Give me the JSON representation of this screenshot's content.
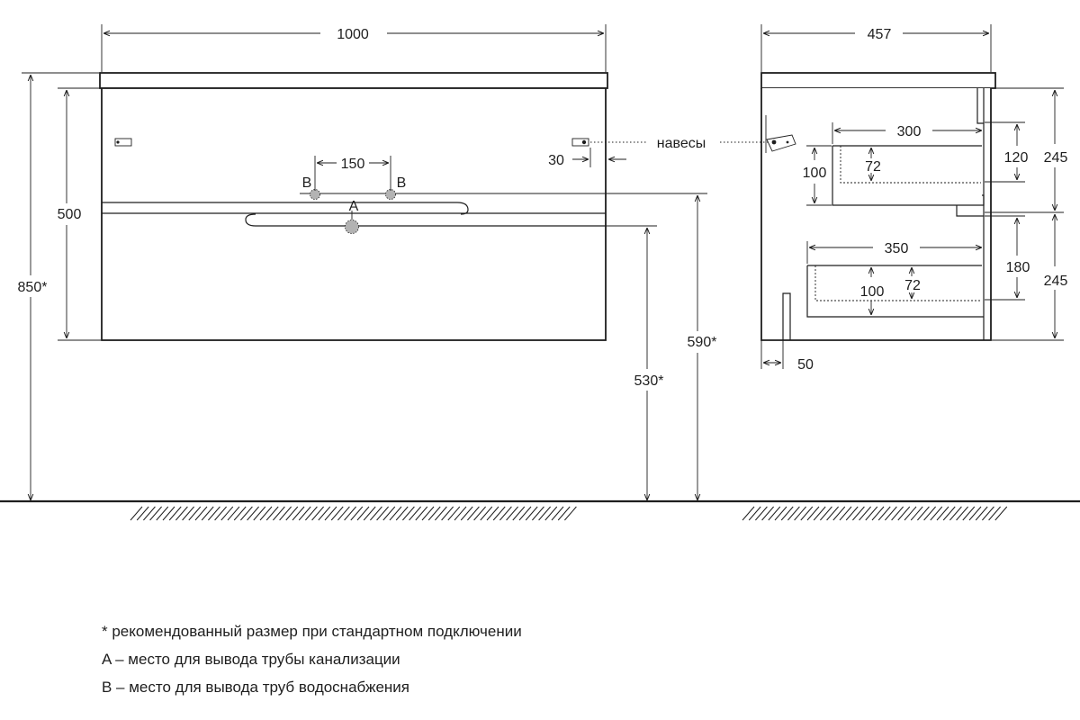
{
  "front_view": {
    "width": "1000",
    "body_height": "500",
    "total_height": "850*",
    "pipe_spacing": "150",
    "hanger_offset": "30",
    "height_b": "590*",
    "height_a": "530*",
    "label_a": "A",
    "label_b_left": "B",
    "label_b_right": "B"
  },
  "side_view": {
    "depth": "457",
    "hangers_label": "навесы",
    "upper_drawer_depth": "300",
    "upper_drawer_height": "100",
    "upper_inner_height": "72",
    "upper_offset": "120",
    "upper_section": "245",
    "lower_drawer_depth": "350",
    "lower_drawer_height": "100",
    "lower_inner_height": "72",
    "lower_offset": "180",
    "lower_section": "245",
    "front_offset": "50"
  },
  "notes": [
    "* рекомендованный размер при стандартном подключении",
    "A – место для вывода трубы канализации",
    "B – место для вывода труб водоснабжения"
  ],
  "colors": {
    "line": "#1e1e1e",
    "pipe_fill": "#b3b3b3",
    "background": "#ffffff"
  }
}
